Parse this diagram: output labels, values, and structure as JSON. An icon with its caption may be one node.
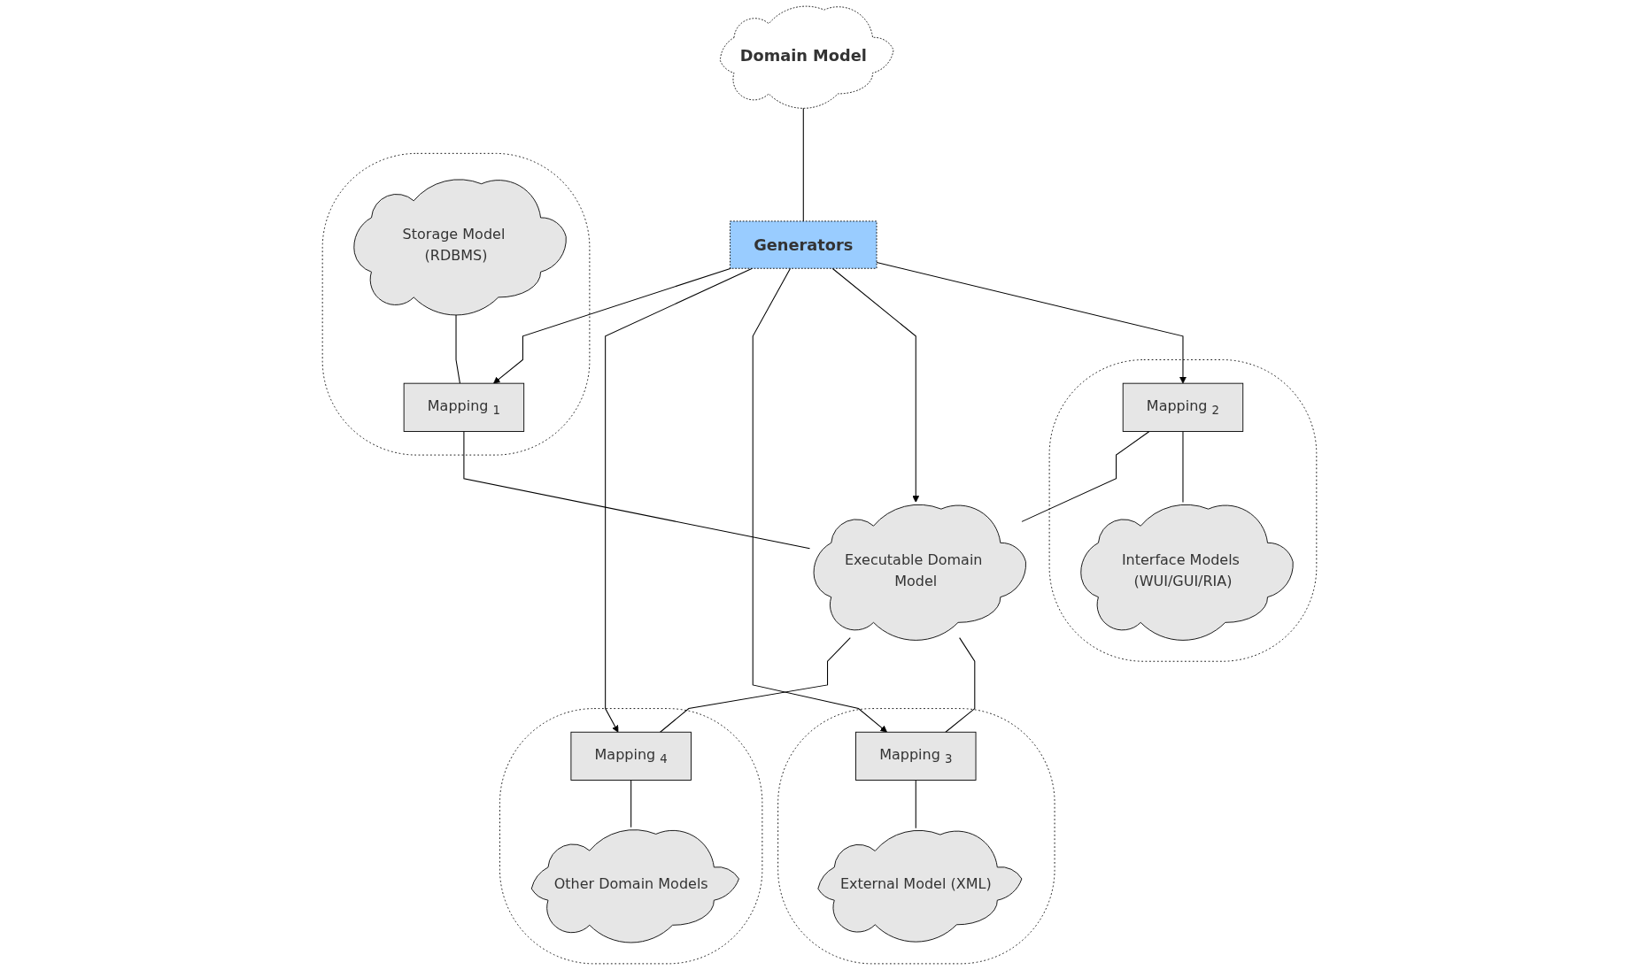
{
  "diagram": {
    "nodes": [
      {
        "text": [
          "Domain Model"
        ]
      },
      {
        "text": [
          "Generators"
        ]
      },
      {
        "text": [],
        "shape": "ellipse"
      },
      {
        "text": [
          "Storage Model (RDBMS)"
        ],
        "in": 2
      },
      {
        "text": [
          "Mapping $_{1}$"
        ],
        "in": 2
      },
      {
        "text": [],
        "shape": "ellipse"
      },
      {
        "text": [
          "Interface Models (WUI/GUI/RIA)"
        ],
        "in": 5
      },
      {
        "text": [
          "Mapping $_{2}$"
        ],
        "in": 5
      },
      {
        "text": [
          "Executable Domain Model"
        ]
      },
      {
        "text": [],
        "shape": "ellipse"
      },
      {
        "text": [
          "Mapping $_{3}$"
        ],
        "in": 9
      },
      {
        "text": [
          "External Model (XML)"
        ],
        "in": 9
      },
      {
        "text": [],
        "shape": "ellipse"
      },
      {
        "text": [
          "Mapping $_{4}$"
        ],
        "in": 12
      },
      {
        "text": [
          "Other Domain Models"
        ],
        "in": 12
      }
    ],
    "edges": [
      {
        "from": 0,
        "to": 1,
        "arrow": "none"
      },
      {
        "from": 1,
        "to": 4,
        "arrow": "to"
      },
      {
        "from": 1,
        "to": 7,
        "arrow": "to"
      },
      {
        "from": 1,
        "to": 8,
        "arrow": "to"
      },
      {
        "from": 1,
        "to": 10,
        "arrow": "to"
      },
      {
        "from": 1,
        "to": 13,
        "arrow": "to"
      },
      {
        "from": 3,
        "to": 4,
        "arrow": "none"
      },
      {
        "from": 4,
        "to": 8,
        "arrow": "none"
      },
      {
        "from": 7,
        "to": 6,
        "arrow": "none"
      },
      {
        "from": 7,
        "to": 8,
        "arrow": "none"
      },
      {
        "from": 8,
        "to": 10,
        "arrow": "none"
      },
      {
        "from": 10,
        "to": 11,
        "arrow": "none"
      },
      {
        "from": 8,
        "to": 13,
        "arrow": "none"
      },
      {
        "from": 13,
        "to": 14,
        "arrow": "none"
      }
    ]
  }
}
